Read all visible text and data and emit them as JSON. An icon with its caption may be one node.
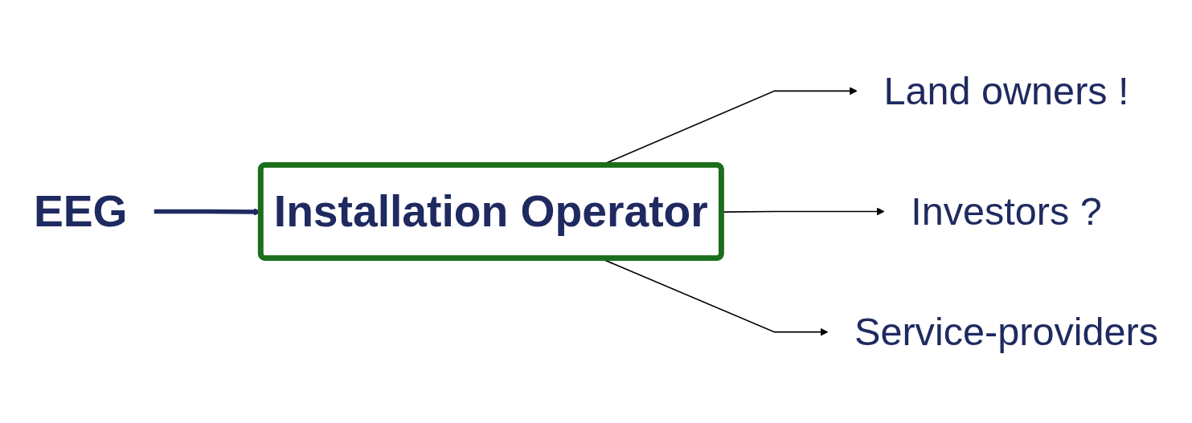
{
  "diagram": {
    "nodes": [
      {
        "text": [
          "EEG"
        ]
      },
      {
        "text": [
          "Installation Operator"
        ]
      },
      {
        "text": [
          "Land owners !"
        ]
      },
      {
        "text": [
          "Service-providers"
        ]
      },
      {
        "text": [
          "Investors ?"
        ]
      }
    ],
    "edges": [
      {
        "from": 0,
        "to": 1,
        "arrow": "to",
        "style": "thick",
        "color": "#1f2a60"
      },
      {
        "from": 1,
        "to": 2,
        "arrow": "to"
      },
      {
        "from": 1,
        "to": 4,
        "arrow": "to"
      },
      {
        "from": 1,
        "to": 3,
        "arrow": "to"
      }
    ]
  }
}
